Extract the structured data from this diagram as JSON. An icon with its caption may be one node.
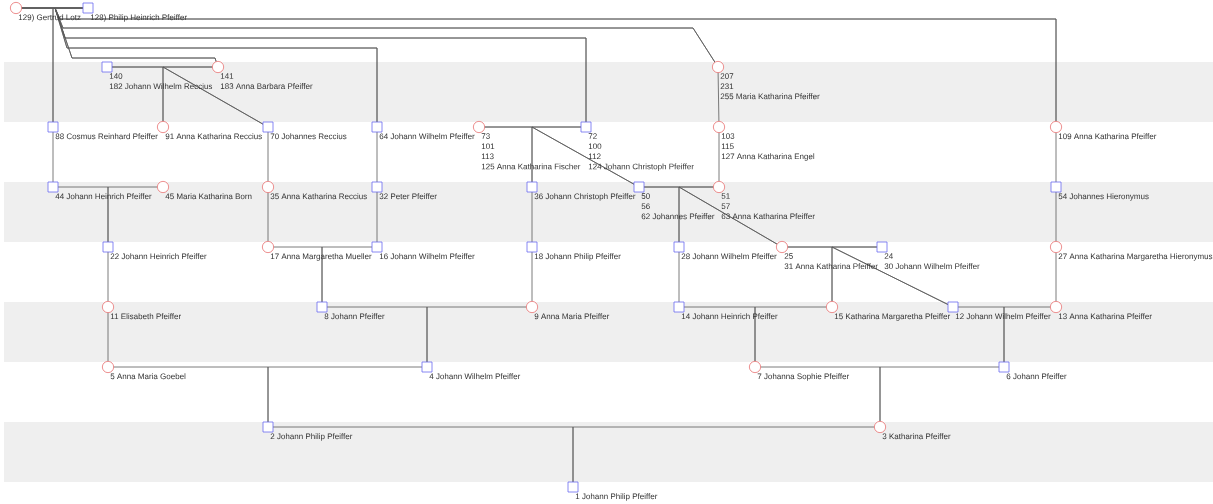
{
  "diagram": {
    "nodes": [
      {
        "text": [],
        "shape": "circle",
        "beside": [
          "129) Gertrud Lotz"
        ]
      },
      {
        "text": [],
        "shape": "box",
        "beside": [
          "128) Philip Heinrich Pfeiffer"
        ]
      },
      {
        "text": [],
        "shape": "box",
        "beside": [
          "140",
          "182 Johann Wilhelm Reccius"
        ]
      },
      {
        "text": [],
        "shape": "circle",
        "beside": [
          "141",
          "183 Anna Barbara Pfeiffer"
        ]
      },
      {
        "text": [],
        "shape": "circle",
        "beside": [
          "207",
          "231",
          "255 Maria Katharina Pfeiffer"
        ]
      },
      {
        "text": [],
        "shape": "box",
        "beside": [
          "88 Cosmus Reinhard Pfeiffer"
        ]
      },
      {
        "text": [],
        "shape": "circle",
        "beside": [
          "91 Anna Katharina Reccius"
        ]
      },
      {
        "text": [],
        "shape": "box",
        "beside": [
          "70 Johannes Reccius"
        ]
      },
      {
        "text": [],
        "shape": "box",
        "beside": [
          "64 Johann Wilhelm Pfeiffer"
        ]
      },
      {
        "text": [],
        "shape": "circle",
        "beside": [
          "73",
          "101",
          "113",
          "125 Anna Katharina Fischer"
        ]
      },
      {
        "text": [],
        "shape": "box",
        "beside": [
          "72",
          "100",
          "112",
          "124 Johann Christoph Pfeiffer"
        ]
      },
      {
        "text": [],
        "shape": "circle",
        "beside": [
          "103",
          "115",
          "127 Anna Katharina Engel"
        ]
      },
      {
        "text": [],
        "shape": "circle",
        "beside": [
          "109 Anna Katharina Pfeiffer"
        ]
      },
      {
        "text": [],
        "shape": "box",
        "beside": [
          "44 Johann Heinrich Pfeiffer"
        ]
      },
      {
        "text": [],
        "shape": "circle",
        "beside": [
          "45 Maria Katharina Born"
        ]
      },
      {
        "text": [],
        "shape": "circle",
        "beside": [
          "35 Anna Katharina Reccius"
        ]
      },
      {
        "text": [],
        "shape": "box",
        "beside": [
          "32 Peter Pfeiffer"
        ]
      },
      {
        "text": [],
        "shape": "box",
        "beside": [
          "36 Johann Christoph Pfeiffer"
        ]
      },
      {
        "text": [],
        "shape": "box",
        "beside": [
          "50",
          "56",
          "62 Johannes Pfeiffer"
        ]
      },
      {
        "text": [],
        "shape": "circle",
        "beside": [
          "51",
          "57",
          "63 Anna Katharina Pfeiffer"
        ]
      },
      {
        "text": [],
        "shape": "box",
        "beside": [
          "54 Johannes Hieronymus"
        ]
      },
      {
        "text": [],
        "shape": "box",
        "beside": [
          "22 Johann Heinrich Pfeiffer"
        ]
      },
      {
        "text": [],
        "shape": "circle",
        "beside": [
          "17 Anna Margaretha Mueller"
        ]
      },
      {
        "text": [],
        "shape": "box",
        "beside": [
          "16 Johann Wilhelm Pfeiffer"
        ]
      },
      {
        "text": [],
        "shape": "box",
        "beside": [
          "18 Johann Philip Pfeiffer"
        ]
      },
      {
        "text": [],
        "shape": "box",
        "beside": [
          "28 Johann Wilhelm Pfeiffer"
        ]
      },
      {
        "text": [],
        "shape": "circle",
        "beside": [
          "25",
          "31 Anna Katharina Pfeiffer"
        ]
      },
      {
        "text": [],
        "shape": "box",
        "beside": [
          "24",
          "30 Johann Wilhelm Pfeiffer"
        ]
      },
      {
        "text": [],
        "shape": "circle",
        "beside": [
          "27 Anna Katharina Margaretha Hieronymus"
        ]
      },
      {
        "text": [],
        "shape": "circle",
        "beside": [
          "11 Elisabeth Pfeiffer"
        ]
      },
      {
        "text": [],
        "shape": "box",
        "beside": [
          "8 Johann Pfeiffer"
        ]
      },
      {
        "text": [],
        "shape": "circle",
        "beside": [
          "9 Anna Maria Pfeiffer"
        ]
      },
      {
        "text": [],
        "shape": "box",
        "beside": [
          "14 Johann Heinrich Pfeiffer"
        ]
      },
      {
        "text": [],
        "shape": "circle",
        "beside": [
          "15 Katharina Margaretha Pfeiffer"
        ]
      },
      {
        "text": [],
        "shape": "box",
        "beside": [
          "12 Johann Wilhelm Pfeiffer"
        ]
      },
      {
        "text": [],
        "shape": "circle",
        "beside": [
          "13 Anna Katharina Pfeiffer"
        ]
      },
      {
        "text": [],
        "shape": "circle",
        "beside": [
          "5 Anna Maria Goebel"
        ]
      },
      {
        "text": [],
        "shape": "box",
        "beside": [
          "4 Johann Wilhelm Pfeiffer"
        ]
      },
      {
        "text": [],
        "shape": "circle",
        "beside": [
          "7 Johanna Sophie Pfeiffer"
        ]
      },
      {
        "text": [],
        "shape": "box",
        "beside": [
          "6 Johann Pfeiffer"
        ]
      },
      {
        "text": [],
        "shape": "box",
        "beside": [
          "2 Johann Philip Pfeiffer"
        ]
      },
      {
        "text": [],
        "shape": "circle",
        "beside": [
          "3 Katharina Pfeiffer"
        ]
      },
      {
        "text": [],
        "shape": "box",
        "beside": [
          "1 Johann Philip Pfeiffer"
        ]
      }
    ],
    "edges": [
      {
        "from": 1,
        "to": 5,
        "arrow": "none"
      },
      {
        "from": 0,
        "to": 5,
        "arrow": "none"
      },
      {
        "from": 1,
        "to": 3,
        "arrow": "none"
      },
      {
        "from": 0,
        "to": 3,
        "arrow": "none"
      },
      {
        "from": 1,
        "to": 8,
        "arrow": "none"
      },
      {
        "from": 0,
        "to": 8,
        "arrow": "none"
      },
      {
        "from": 1,
        "to": 10,
        "arrow": "none"
      },
      {
        "from": 0,
        "to": 10,
        "arrow": "none"
      },
      {
        "from": 1,
        "to": 4,
        "arrow": "none"
      },
      {
        "from": 0,
        "to": 4,
        "arrow": "none"
      },
      {
        "from": 1,
        "to": 12,
        "arrow": "none"
      },
      {
        "from": 0,
        "to": 12,
        "arrow": "none"
      },
      {
        "from": 2,
        "to": 6,
        "arrow": "none"
      },
      {
        "from": 3,
        "to": 6,
        "arrow": "none"
      },
      {
        "from": 2,
        "to": 7,
        "arrow": "none"
      },
      {
        "from": 3,
        "to": 7,
        "arrow": "none"
      },
      {
        "from": 4,
        "to": 11,
        "arrow": "none"
      },
      {
        "from": 5,
        "to": 13,
        "arrow": "none"
      },
      {
        "from": 7,
        "to": 15,
        "arrow": "none"
      },
      {
        "from": 8,
        "to": 16,
        "arrow": "none"
      },
      {
        "from": 10,
        "to": 17,
        "arrow": "none"
      },
      {
        "from": 9,
        "to": 17,
        "arrow": "none"
      },
      {
        "from": 10,
        "to": 18,
        "arrow": "none"
      },
      {
        "from": 9,
        "to": 18,
        "arrow": "none"
      },
      {
        "from": 11,
        "to": 19,
        "arrow": "none"
      },
      {
        "from": 12,
        "to": 20,
        "arrow": "none"
      },
      {
        "from": 13,
        "to": 21,
        "arrow": "none"
      },
      {
        "from": 14,
        "to": 21,
        "arrow": "none"
      },
      {
        "from": 15,
        "to": 22,
        "arrow": "none"
      },
      {
        "from": 16,
        "to": 23,
        "arrow": "none"
      },
      {
        "from": 17,
        "to": 24,
        "arrow": "none"
      },
      {
        "from": 18,
        "to": 25,
        "arrow": "none"
      },
      {
        "from": 19,
        "to": 25,
        "arrow": "none"
      },
      {
        "from": 18,
        "to": 26,
        "arrow": "none"
      },
      {
        "from": 19,
        "to": 26,
        "arrow": "none"
      },
      {
        "from": 20,
        "to": 28,
        "arrow": "none"
      },
      {
        "from": 21,
        "to": 29,
        "arrow": "none"
      },
      {
        "from": 23,
        "to": 30,
        "arrow": "none"
      },
      {
        "from": 22,
        "to": 30,
        "arrow": "none"
      },
      {
        "from": 24,
        "to": 31,
        "arrow": "none"
      },
      {
        "from": 25,
        "to": 32,
        "arrow": "none"
      },
      {
        "from": 27,
        "to": 33,
        "arrow": "none"
      },
      {
        "from": 26,
        "to": 33,
        "arrow": "none"
      },
      {
        "from": 27,
        "to": 34,
        "arrow": "none"
      },
      {
        "from": 26,
        "to": 34,
        "arrow": "none"
      },
      {
        "from": 28,
        "to": 35,
        "arrow": "none"
      },
      {
        "from": 29,
        "to": 36,
        "arrow": "none"
      },
      {
        "from": 30,
        "to": 37,
        "arrow": "none"
      },
      {
        "from": 31,
        "to": 37,
        "arrow": "none"
      },
      {
        "from": 32,
        "to": 38,
        "arrow": "none"
      },
      {
        "from": 33,
        "to": 38,
        "arrow": "none"
      },
      {
        "from": 34,
        "to": 39,
        "arrow": "none"
      },
      {
        "from": 35,
        "to": 39,
        "arrow": "none"
      },
      {
        "from": 37,
        "to": 40,
        "arrow": "none"
      },
      {
        "from": 36,
        "to": 40,
        "arrow": "none"
      },
      {
        "from": 38,
        "to": 41,
        "arrow": "none"
      },
      {
        "from": 39,
        "to": 41,
        "arrow": "none"
      },
      {
        "from": 40,
        "to": 42,
        "arrow": "none"
      },
      {
        "from": 41,
        "to": 42,
        "arrow": "none"
      }
    ]
  }
}
